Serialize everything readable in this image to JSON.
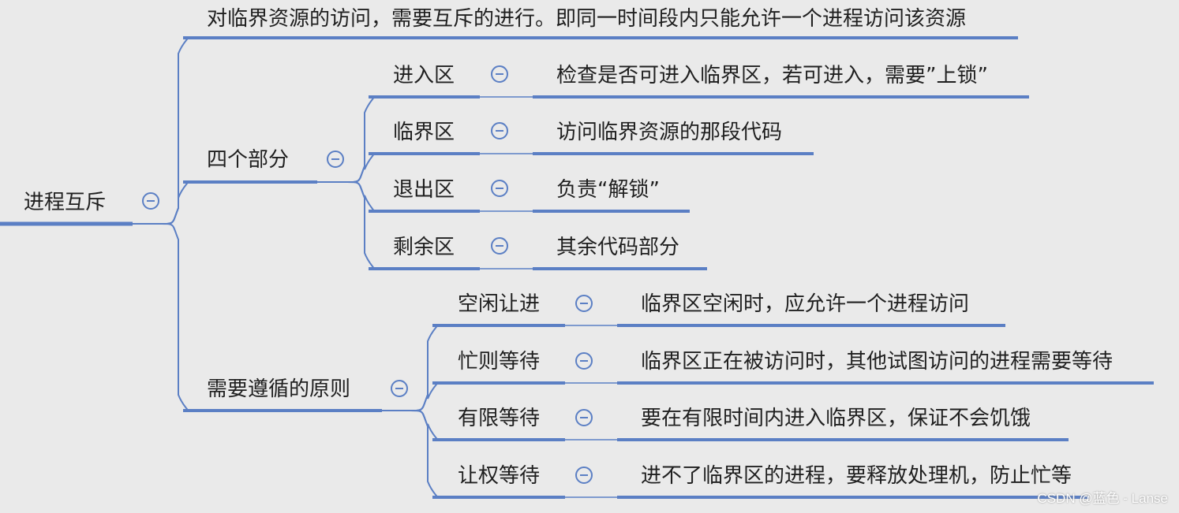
{
  "colors": {
    "line": "#5b7fc4",
    "background": "#eaeaea",
    "text": "#1f1f1f"
  },
  "root": {
    "label": "进程互斥"
  },
  "definition": "对临界资源的访问，需要互斥的进行。即同一时间段内只能允许一个进程访问该资源",
  "four_parts": {
    "label": "四个部分",
    "items": [
      {
        "label": "进入区",
        "desc": "检查是否可进入临界区，若可进入，需要”上锁”"
      },
      {
        "label": "临界区",
        "desc": "访问临界资源的那段代码"
      },
      {
        "label": "退出区",
        "desc": "负责“解锁”"
      },
      {
        "label": "剩余区",
        "desc": "其余代码部分"
      }
    ]
  },
  "principles": {
    "label": "需要遵循的原则",
    "items": [
      {
        "label": "空闲让进",
        "desc": "临界区空闲时，应允许一个进程访问"
      },
      {
        "label": "忙则等待",
        "desc": "临界区正在被访问时，其他试图访问的进程需要等待"
      },
      {
        "label": "有限等待",
        "desc": "要在有限时间内进入临界区，保证不会饥饿"
      },
      {
        "label": "让权等待",
        "desc": "进不了临界区的进程，要释放处理机，防止忙等"
      }
    ]
  },
  "watermark": "CSDN @蓝色 - Lanse"
}
